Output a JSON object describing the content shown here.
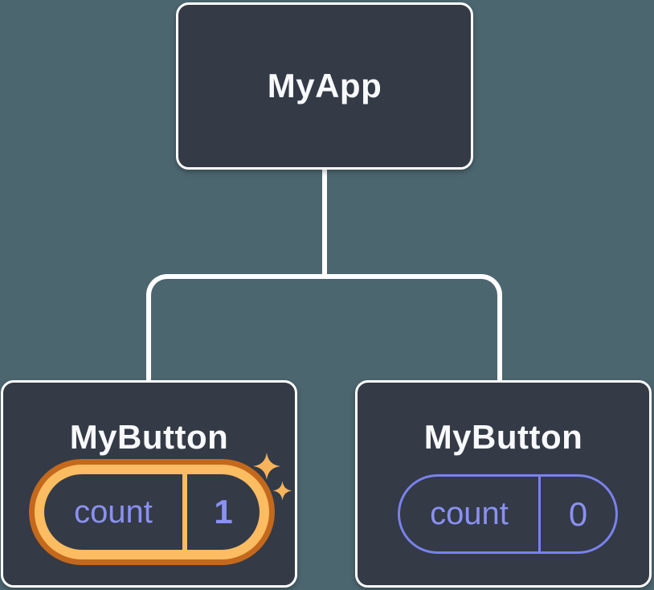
{
  "colors": {
    "background": "#4C6670",
    "card_background": "#343A46",
    "connector_line": "#FFFFFF",
    "title_text": "#F7F9FB",
    "state_text_purple": "#8A91F2",
    "pill_border_purple": "#7A82EC",
    "highlight_orange_dark": "#C4691C",
    "highlight_orange_light": "#FBBC62",
    "sparkle_orange": "#F8B45C"
  },
  "icons": {
    "sparkle": "sparkle-icon"
  },
  "tree": {
    "root": {
      "title": "MyApp"
    },
    "children": [
      {
        "title": "MyButton",
        "state": {
          "label": "count",
          "value": "1"
        },
        "highlighted": true
      },
      {
        "title": "MyButton",
        "state": {
          "label": "count",
          "value": "0"
        },
        "highlighted": false
      }
    ]
  }
}
